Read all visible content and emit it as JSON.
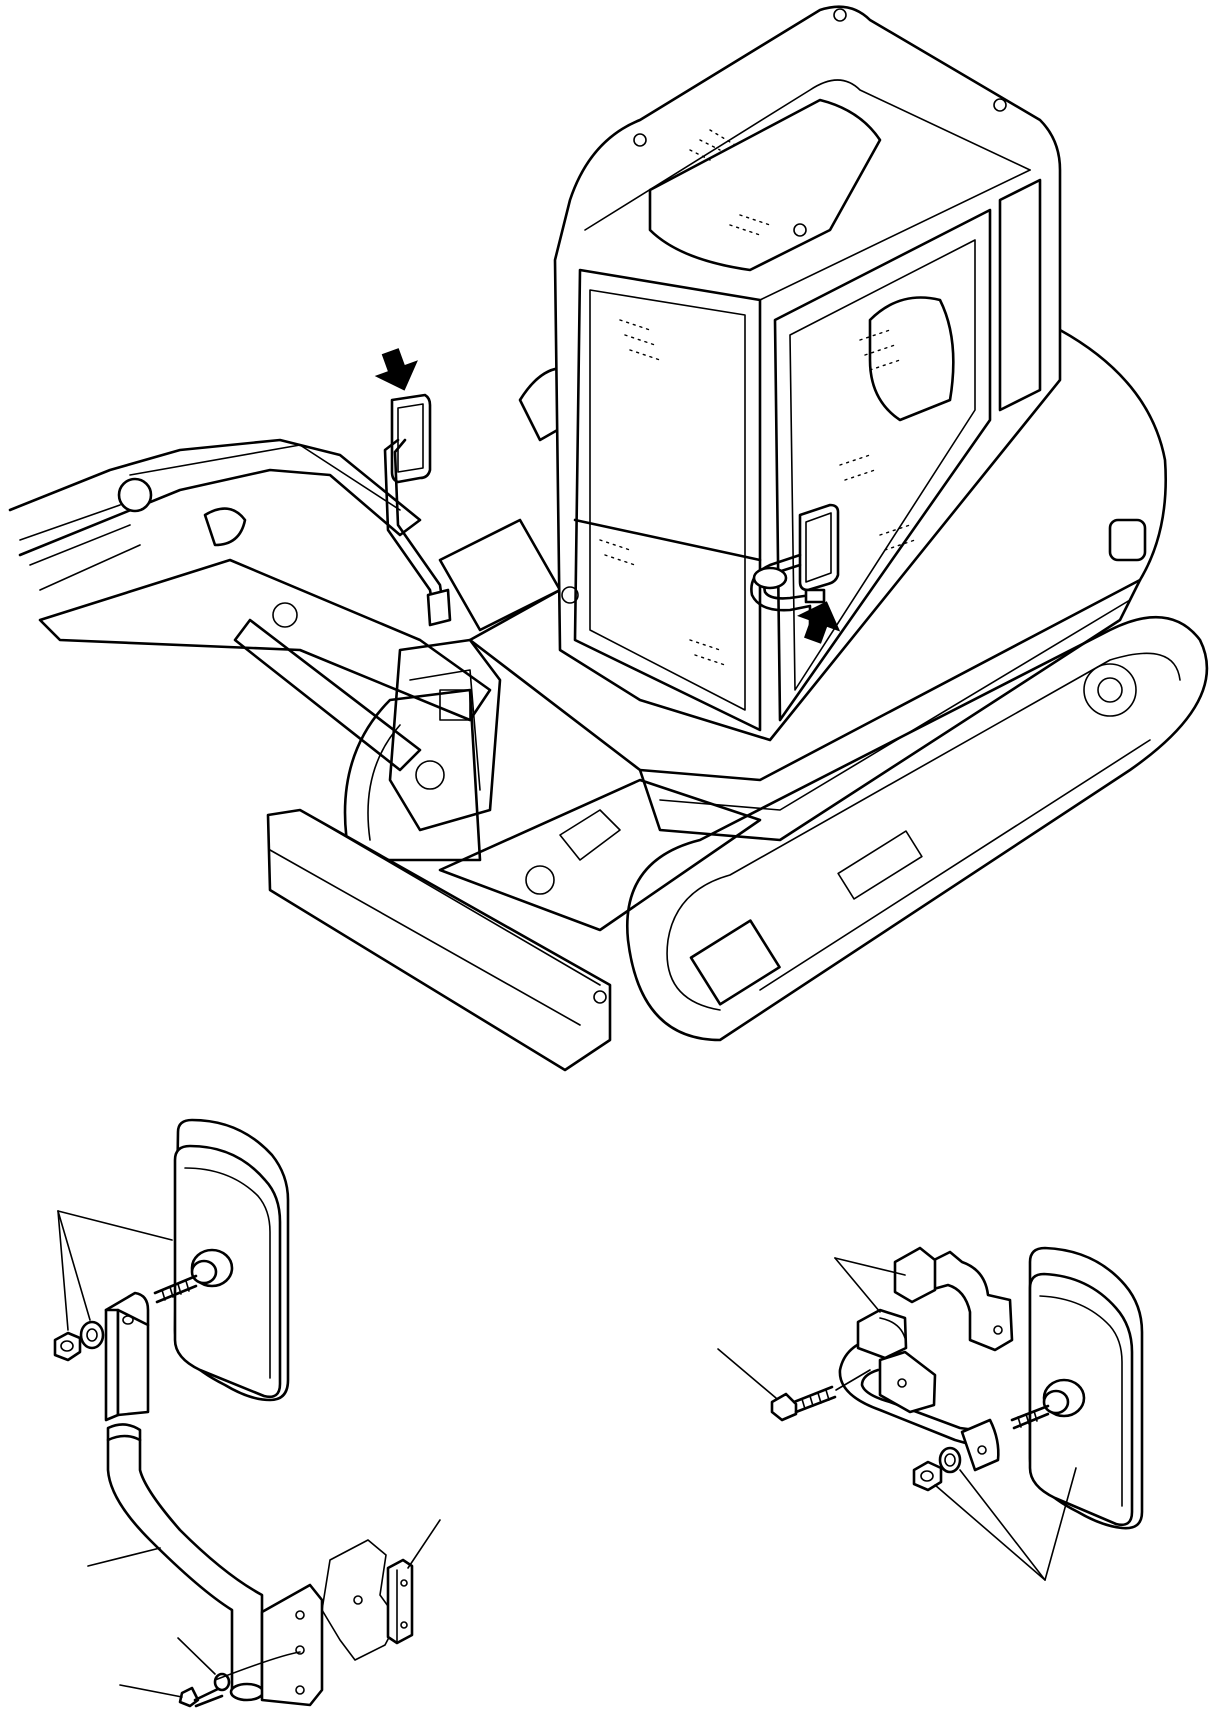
{
  "diagram": {
    "sections": [
      {
        "id": "machine-overview",
        "callout_marks": 2
      },
      {
        "id": "left-mirror-assembly",
        "leader_lines": 6
      },
      {
        "id": "right-mirror-assembly",
        "leader_lines": 5
      }
    ]
  }
}
